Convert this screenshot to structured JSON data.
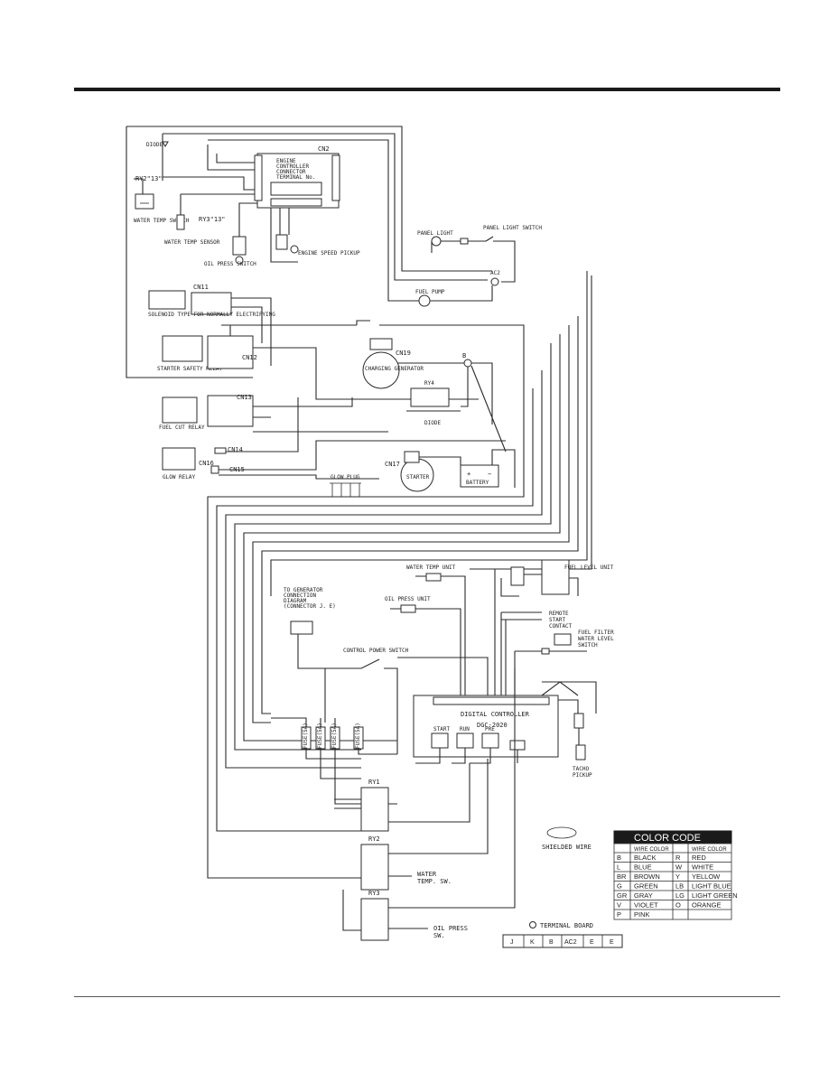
{
  "labels": {
    "diode_top": "DIODE",
    "ry2_13": "RY2\"13\"",
    "water_temp_switch": "WATER TEMP SWITCH",
    "water_temp_sensor": "WATER TEMP SENSOR",
    "ry3_13": "RY3\"13\"",
    "oil_press_switch": "OIL PRESS SWITCH",
    "cn2": "CN2",
    "engine_controller_1": "ENGINE",
    "engine_controller_2": "CONTROLLER",
    "engine_controller_3": "CONNECTOR",
    "engine_controller_4": "TERMINAL No.",
    "engine_speed_pickup": "ENGINE SPEED PICKUP",
    "panel_light": "PANEL LIGHT",
    "panel_light_switch": "PANEL LIGHT SWITCH",
    "ac2": "AC2",
    "fuel_pump": "FUEL PUMP",
    "cn11": "CN11",
    "solenoid": "SOLENOID TYPE FOR NORMALLY ELECTRIFYING",
    "starter_safety_relay": "STARTER SAFETY RELAY",
    "cn12": "CN12",
    "cn19": "CN19",
    "charging_generator": "CHARGING GENERATOR",
    "ry4": "RY4",
    "diode_mid": "DIODE",
    "b_node": "B",
    "cn13": "CN13",
    "fuel_cut_relay": "FUEL CUT RELAY",
    "cn14": "CN14",
    "glow_relay": "GLOW RELAY",
    "cn15": "CN15",
    "cn16": "CN16",
    "glow plug": "GLOW PLUG",
    "cn17": "CN17",
    "starter": "STARTER",
    "battery": "BATTERY",
    "water_temp_unit": "WATER TEMP UNIT",
    "fuel_level_unit": "FUEL LEVEL UNIT",
    "to_generator_1": "TO GENERATOR",
    "to_generator_2": "CONNECTION",
    "to_generator_3": "DIAGRAM",
    "to_generator_4": "(CONNECTOR J. E)",
    "oil_press_unit": "OIL PRESS UNIT",
    "remote_start_1": "REMOTE",
    "remote_start_2": "START",
    "remote_start_3": "CONTACT",
    "fuel_filter_1": "FUEL FILTER",
    "fuel_filter_2": "WATER LEVEL",
    "fuel_filter_3": "SWITCH",
    "control_power_switch": "CONTROL POWER SWITCH",
    "digital_controller": "DIGITAL CONTROLLER",
    "dgc": "DGC-2020",
    "start": "START",
    "run": "RUN",
    "pre": "PRE",
    "tacho_pickup_1": "TACHO",
    "tacho_pickup_2": "PICKUP",
    "ry1": "RY1",
    "ry2": "RY2",
    "ry3": "RY3",
    "water_temp_sw_1": "WATER",
    "water_temp_sw_2": "TEMP. SW.",
    "oil_press_sw_1": "OIL PRESS",
    "oil_press_sw_2": "SW.",
    "shielded_wire": "SHIELDED WIRE",
    "terminal_board": "TERMINAL BOARD",
    "fuse_1": "FUSE(5A)",
    "fuse_2": "FUSE(5A)",
    "fuse_3": "FUSE(5A)",
    "fuse_4": "FUSE(5A)"
  },
  "color_code": {
    "title": "COLOR CODE",
    "header_left": "WIRE COLOR",
    "header_right": "WIRE COLOR",
    "rows": [
      {
        "code_l": "B",
        "color_l": "BLACK",
        "code_r": "R",
        "color_r": "RED"
      },
      {
        "code_l": "L",
        "color_l": "BLUE",
        "code_r": "W",
        "color_r": "WHITE"
      },
      {
        "code_l": "BR",
        "color_l": "BROWN",
        "code_r": "Y",
        "color_r": "YELLOW"
      },
      {
        "code_l": "G",
        "color_l": "GREEN",
        "code_r": "LB",
        "color_r": "LIGHT BLUE"
      },
      {
        "code_l": "GR",
        "color_l": "GRAY",
        "code_r": "LG",
        "color_r": "LIGHT GREEN"
      },
      {
        "code_l": "V",
        "color_l": "VIOLET",
        "code_r": "O",
        "color_r": "ORANGE"
      },
      {
        "code_l": "P",
        "color_l": "PINK",
        "code_r": "",
        "color_r": ""
      }
    ]
  },
  "terminal_board": {
    "terminals": [
      "J",
      "K",
      "B",
      "AC2",
      "E",
      "E"
    ]
  }
}
